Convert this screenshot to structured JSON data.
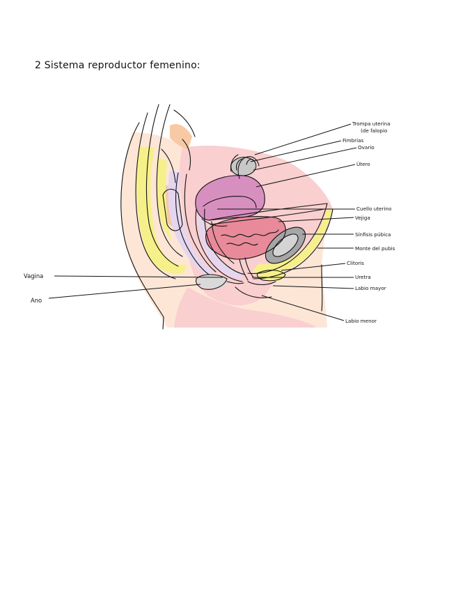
{
  "title": "2 Sistema reproductor femenino:",
  "labels": {
    "trompa_1": "Trompa uterina",
    "trompa_2": "(de falopio",
    "fimbrias": "Fimbrias",
    "ovario": "Ovario",
    "utero": "Útero",
    "cuello": "Cuello uterino",
    "vejiga": "Vejiga",
    "sinfisis": "Sínfisis púbica",
    "monte": "Monte del pubis",
    "clitoris": "Clitoris",
    "uretra": "Uretra",
    "labio_mayor": "Labio mayor",
    "labio_menor": "Labio menor",
    "vagina": "Vagina",
    "ano": "Ano"
  },
  "colors": {
    "skin": "#fde6d6",
    "tissue_pink": "#f9cfd0",
    "fat_yellow": "#f6f08a",
    "uterus_purple": "#d78fc0",
    "bladder_red": "#e88a9a",
    "lavender": "#e5d6f0",
    "bone_peach": "#f7c9a4",
    "pubic_gray": "#a6a6a6",
    "outline": "#111111"
  }
}
